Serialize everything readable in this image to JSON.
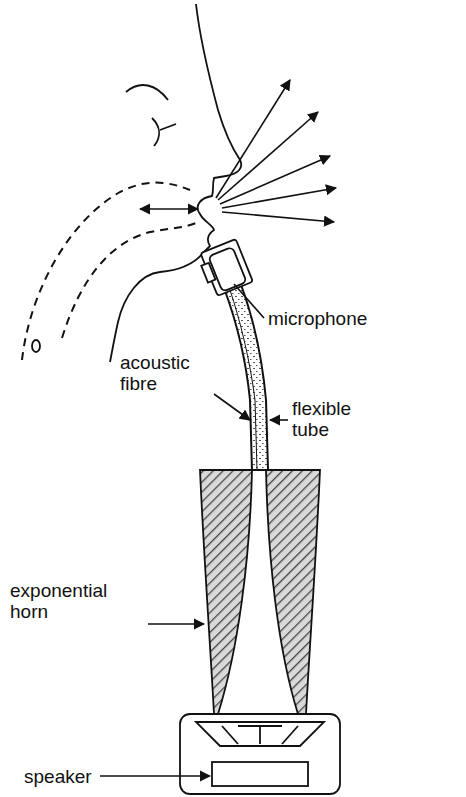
{
  "diagram": {
    "labels": [
      "microphone",
      "acoustic fibre",
      "flexible tube",
      "exponential horn",
      "speaker"
    ]
  }
}
